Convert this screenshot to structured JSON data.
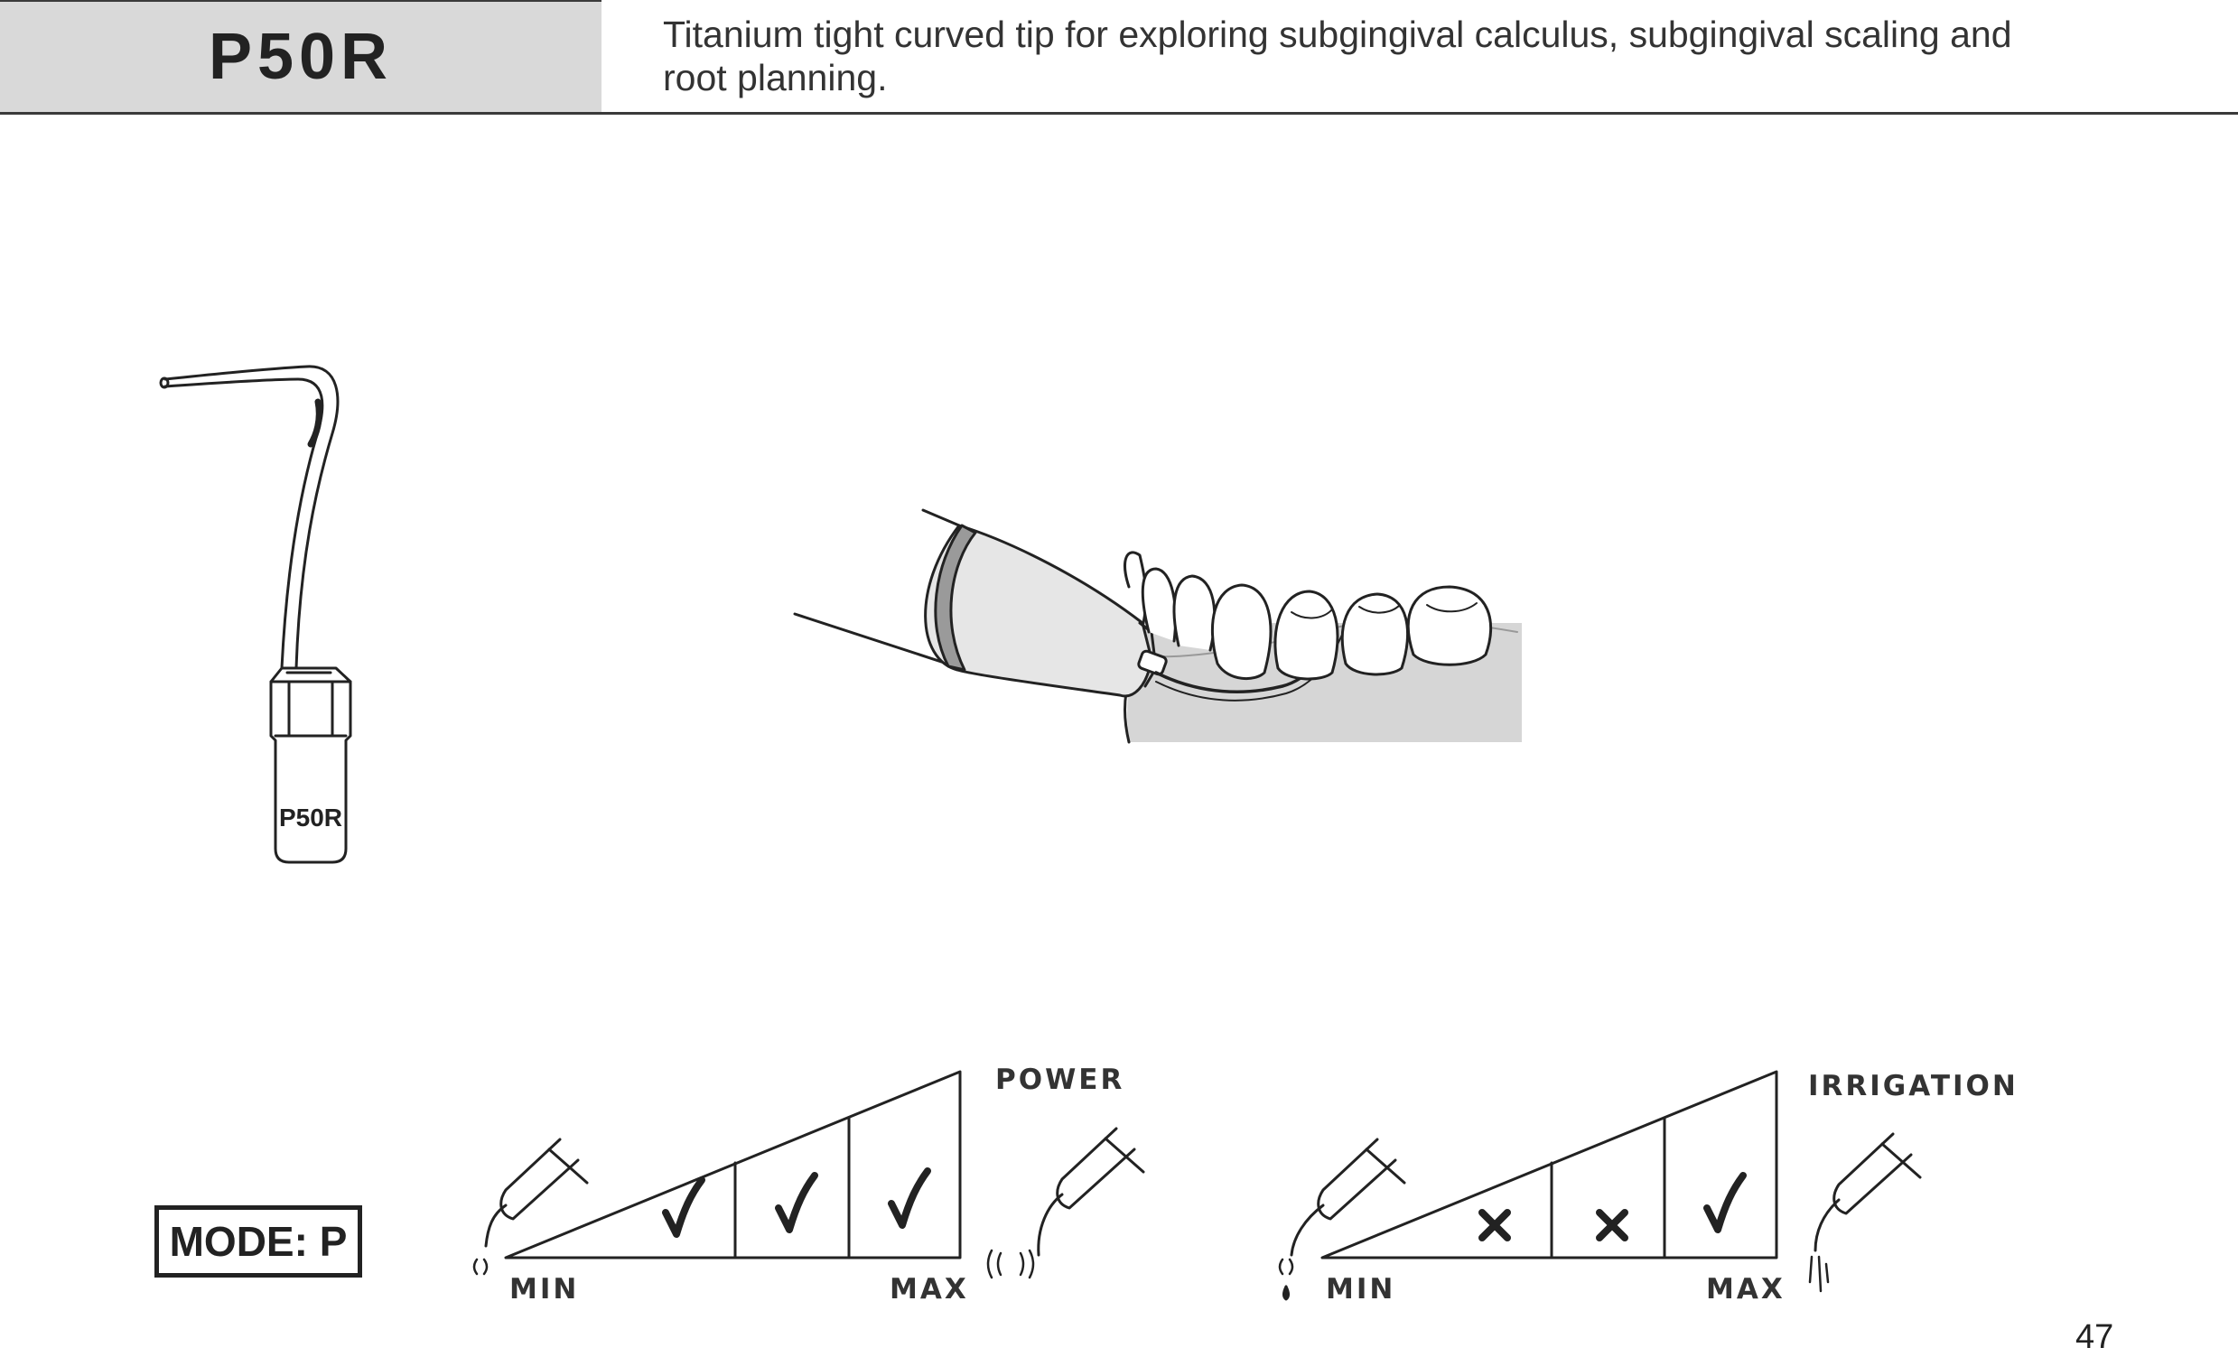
{
  "header": {
    "code": "P50R",
    "description_line1": "Titanium tight curved tip for exploring subgingival calculus, subgingival scaling and",
    "description_line2": "root planning."
  },
  "tip_illustration": {
    "engraving": "P50R"
  },
  "mode": {
    "label": "MODE: P"
  },
  "power_scale": {
    "title": "POWER",
    "min_label": "MIN",
    "max_label": "MAX",
    "levels": [
      "check",
      "check",
      "check"
    ]
  },
  "irrigation_scale": {
    "title": "IRRIGATION",
    "min_label": "MIN",
    "max_label": "MAX",
    "levels": [
      "cross",
      "cross",
      "check"
    ]
  },
  "page_number": "47",
  "colors": {
    "header_bg": "#d9d9d9",
    "gum": "#d6d6d6",
    "line": "#222222"
  }
}
